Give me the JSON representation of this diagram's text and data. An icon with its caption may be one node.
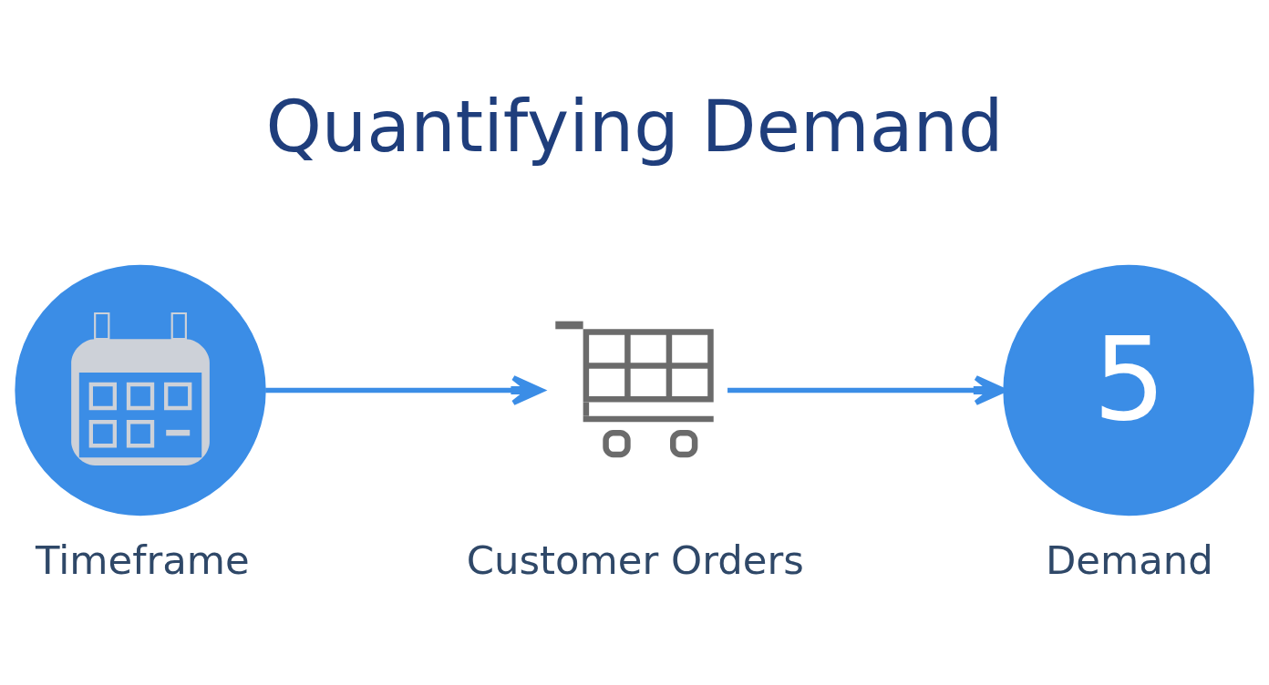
{
  "diagram": {
    "title": "Quantifying Demand",
    "nodes": [
      {
        "text": [
          "Timeframe"
        ]
      },
      {
        "text": [
          "Customer Orders"
        ]
      },
      {
        "text": [
          "5",
          "Demand"
        ]
      }
    ],
    "edges": [
      {
        "from": 0,
        "to": 1,
        "arrow": "to"
      },
      {
        "from": 1,
        "to": 2,
        "arrow": "to"
      }
    ]
  }
}
